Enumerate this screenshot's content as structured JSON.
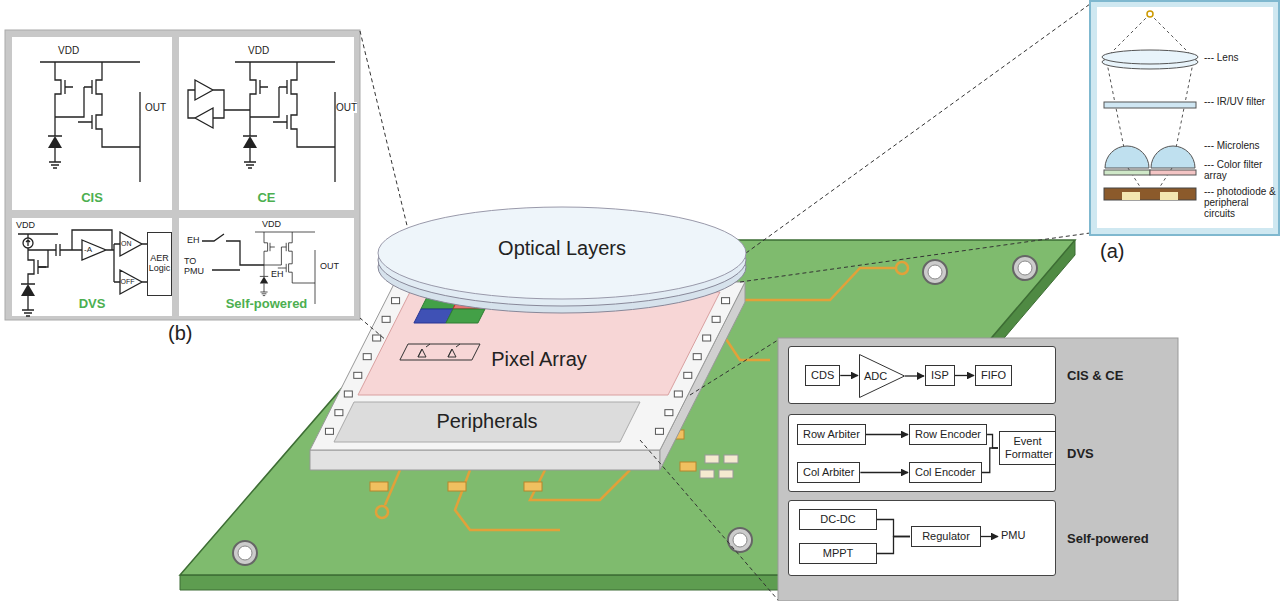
{
  "diagram": {
    "nodes": [
      {
        "text": [
          "Optical Layers"
        ]
      },
      {
        "text": [
          "Pixel Array"
        ]
      },
      {
        "text": [
          "Peripherals"
        ]
      },
      {
        "text": [
          "CIS"
        ]
      },
      {
        "text": [
          "CE"
        ]
      },
      {
        "text": [
          "DVS"
        ]
      },
      {
        "text": [
          "AER Logic"
        ],
        "in": 5
      },
      {
        "text": [
          "Self-powered"
        ]
      },
      {
        "text": [
          "CIS & CE"
        ]
      },
      {
        "text": [
          "CDS"
        ],
        "in": 8
      },
      {
        "text": [
          "ADC"
        ],
        "in": 8
      },
      {
        "text": [
          "ISP"
        ],
        "in": 8
      },
      {
        "text": [
          "FIFO"
        ],
        "in": 8
      },
      {
        "text": [
          "DVS"
        ]
      },
      {
        "text": [
          "Row Arbiter"
        ],
        "in": 13
      },
      {
        "text": [
          "Col Arbiter"
        ],
        "in": 13
      },
      {
        "text": [
          "Row Encoder"
        ],
        "in": 13
      },
      {
        "text": [
          "Col Encoder"
        ],
        "in": 13
      },
      {
        "text": [
          "Event Formatter"
        ],
        "in": 13
      },
      {
        "text": [
          "Self-powered"
        ]
      },
      {
        "text": [
          "DC-DC"
        ],
        "in": 19
      },
      {
        "text": [
          "MPPT"
        ],
        "in": 19
      },
      {
        "text": [
          "Regulator"
        ],
        "in": 19
      }
    ],
    "edges": [
      {
        "from": 9,
        "to": 10,
        "arrow": "to"
      },
      {
        "from": 10,
        "to": 11,
        "arrow": "to"
      },
      {
        "from": 11,
        "to": 12,
        "arrow": "to"
      },
      {
        "from": 14,
        "to": 16,
        "arrow": "to"
      },
      {
        "from": 15,
        "to": 17,
        "arrow": "to"
      },
      {
        "from": 16,
        "to": 18,
        "arrow": "none"
      },
      {
        "from": 17,
        "to": 18,
        "arrow": "none"
      },
      {
        "from": 20,
        "to": 22,
        "arrow": "none"
      },
      {
        "from": 21,
        "to": 22,
        "arrow": "none"
      }
    ],
    "labels": [
      "VDD",
      "OUT",
      "VDD",
      "OUT",
      "VDD",
      "-A",
      "ON",
      "OFF",
      "EH",
      "TO PMU",
      "EH",
      "VDD",
      "OUT",
      "(b)",
      "--- Lens",
      "--- IR/UV filter",
      "--- Microlens",
      "--- Color filter array",
      "--- photodiode & peripheral circuits",
      "(a)",
      "PMU"
    ]
  }
}
